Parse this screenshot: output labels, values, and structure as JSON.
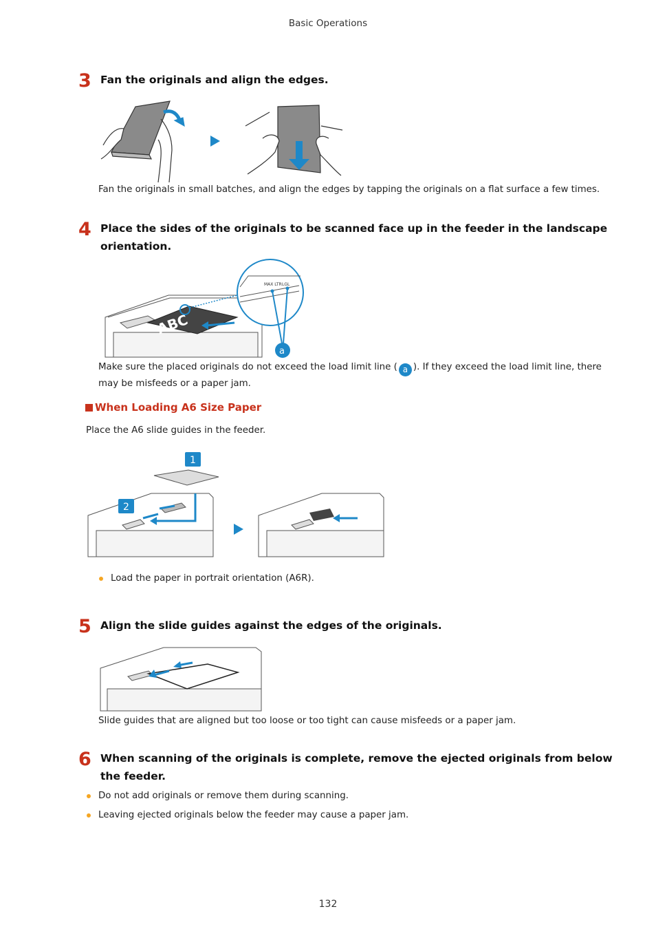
{
  "header": {
    "section": "Basic Operations"
  },
  "steps": [
    {
      "number": "3",
      "title": "Fan the originals and align the edges.",
      "description": "Fan the originals in small batches, and align the edges by tapping the originals on a flat surface a few times."
    },
    {
      "number": "4",
      "title_line1": "Place the sides of the originals to be scanned face up in the feeder in the landscape",
      "title_line2": "orientation.",
      "description_before": "Make sure the placed originals do not exceed the load limit line (",
      "description_badge": "a",
      "description_after": "). If they exceed the load limit line, there",
      "description_line2": "may be misfeeds or a paper jam.",
      "callout_label": "a",
      "callout_marks": [
        "MAX LTR",
        "LGL"
      ],
      "document_text": "ABC"
    },
    {
      "number": "5",
      "title": "Align the slide guides against the edges of the originals.",
      "description": "Slide guides that are aligned but too loose or too tight can cause misfeeds or a paper jam."
    },
    {
      "number": "6",
      "title_line1": "When scanning of the originals is complete, remove the ejected originals from below",
      "title_line2": "the feeder.",
      "bullets": [
        "Do not add originals or remove them during scanning.",
        "Leaving ejected originals below the feeder may cause a paper jam."
      ]
    }
  ],
  "a6_section": {
    "heading": "When Loading A6 Size Paper",
    "intro": "Place the A6 slide guides in the feeder.",
    "callouts": [
      "1",
      "2"
    ],
    "bullet": "Load the paper in portrait orientation (A6R)."
  },
  "footer": {
    "page_number": "132"
  },
  "colors": {
    "accent_red": "#c8321c",
    "callout_blue": "#1e88c8",
    "bullet_orange": "#f5a623"
  }
}
